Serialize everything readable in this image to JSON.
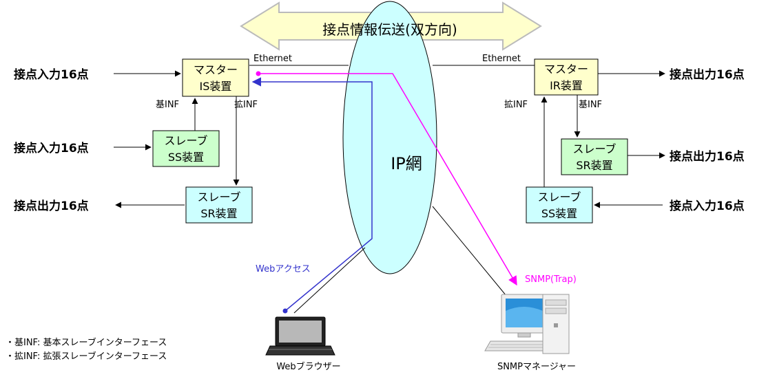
{
  "banner": {
    "label": "接点情報伝送(双方向)"
  },
  "network": {
    "label": "IP網"
  },
  "links": {
    "ethernet_left": "Ethernet",
    "ethernet_right": "Ethernet"
  },
  "left": {
    "master": {
      "line1": "マスター",
      "line2": "IS装置"
    },
    "slave_ss": {
      "line1": "スレーブ",
      "line2": "SS装置"
    },
    "slave_sr": {
      "line1": "スレーブ",
      "line2": "SR装置"
    },
    "input_top": "接点入力16点",
    "input_mid": "接点入力16点",
    "output_bottom": "接点出力16点",
    "base_inf": "基INF",
    "ext_inf": "拡INF"
  },
  "right": {
    "master": {
      "line1": "マスター",
      "line2": "IR装置"
    },
    "slave_sr": {
      "line1": "スレーブ",
      "line2": "SR装置"
    },
    "slave_ss": {
      "line1": "スレーブ",
      "line2": "SS装置"
    },
    "output_top": "接点出力16点",
    "output_mid": "接点出力16点",
    "input_bottom": "接点入力16点",
    "ext_inf": "拡INF",
    "base_inf": "基INF"
  },
  "web": {
    "access_label": "Webアクセス",
    "browser_label": "Webブラウザー"
  },
  "snmp": {
    "trap_label": "SNMP(Trap)",
    "manager_label": "SNMPマネージャー"
  },
  "legend": {
    "line1": "・基INF: 基本スレーブインターフェース",
    "line2": "・拡INF: 拡張スレーブインターフェース"
  },
  "colors": {
    "master_fill": "#ffffcc",
    "slave_ss_fill": "#ccffcc",
    "slave_sr_fill": "#ccffff",
    "cloud_fill": "#ccffff",
    "banner_fill": "#ffffcc",
    "web_line": "#3333cc",
    "snmp_line": "#ff00ff"
  }
}
